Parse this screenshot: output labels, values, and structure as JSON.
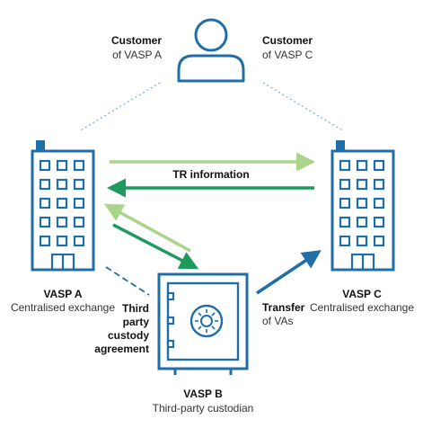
{
  "colors": {
    "primary_blue": "#1f6ea8",
    "light_green": "#a9d48a",
    "dark_green": "#1f9a5f",
    "dotted_blue": "#7fb3d6"
  },
  "customer_left": {
    "title": "Customer",
    "subtitle": "of VASP A"
  },
  "customer_right": {
    "title": "Customer",
    "subtitle": "of VASP C"
  },
  "tr_information": "TR information",
  "vasp_a": {
    "title": "VASP A",
    "subtitle": "Centralised exchange"
  },
  "vasp_c": {
    "title": "VASP C",
    "subtitle": "Centralised exchange"
  },
  "vasp_b": {
    "title": "VASP B",
    "subtitle": "Third-party custodian"
  },
  "custody_agreement": {
    "line1": "Third",
    "line2": "party",
    "line3": "custody",
    "line4": "agreement"
  },
  "transfer": {
    "line1": "Transfer",
    "line2": "of VAs"
  },
  "icons": [
    "person-icon",
    "building-a-icon",
    "building-c-icon",
    "vault-icon"
  ]
}
